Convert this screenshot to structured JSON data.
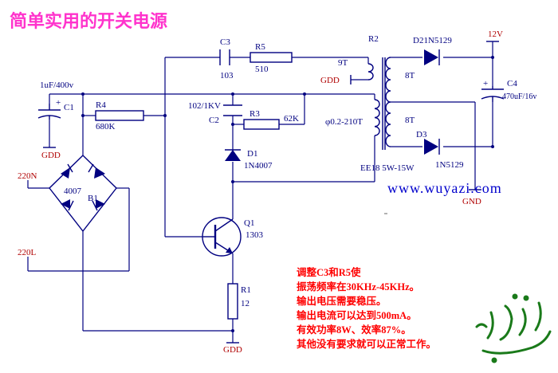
{
  "title": "简单实用的开关电源",
  "website": "www.wuyazi.com",
  "terminals": {
    "ac_n": "220N",
    "ac_l": "220L",
    "out_12v": "12V",
    "gnd_out": "GND",
    "gdd_c1": "GDD",
    "gdd_winding": "GDD",
    "gdd_r1": "GDD"
  },
  "components": {
    "c1_name": "C1",
    "c1_value": "1uF/400v",
    "r4_name": "R4",
    "r4_value": "680K",
    "bridge_name": "B1",
    "bridge_value": "4007",
    "c3_name": "C3",
    "c3_value": "103",
    "r5_name": "R5",
    "r5_value": "510",
    "c2_name": "C2",
    "c2_value": "102/1KV",
    "r3_name": "R3",
    "r3_value": "62K",
    "d1_name": "D1",
    "d1_value": "1N4007",
    "q1_name": "Q1",
    "q1_value": "1303",
    "r1_name": "R1",
    "r1_value": "12",
    "r2_name": "R2",
    "winding_9t": "9T",
    "winding_8t_top": "8T",
    "winding_8t_bottom": "8T",
    "primary_wire": "φ0.2-210T",
    "core": "EE18 5W-15W",
    "d2_label": "D21N5129",
    "d3_name": "D3",
    "d3_value": "1N5129",
    "c4_name": "C4",
    "c4_value": "470uF/16v"
  },
  "notes": [
    "调整C3和R5使",
    "振荡频率在30KHz-45KHz。",
    "输出电压需要稳压。",
    "输出电流可以达到500mA。",
    "有效功率8W、效率87%。",
    "其他没有要求就可以正常工作。"
  ],
  "colors": {
    "wire": "#000080",
    "title": "#ff33cc",
    "notes": "#ff0000",
    "website": "#0000cc",
    "logo": "#1a7a1a"
  }
}
